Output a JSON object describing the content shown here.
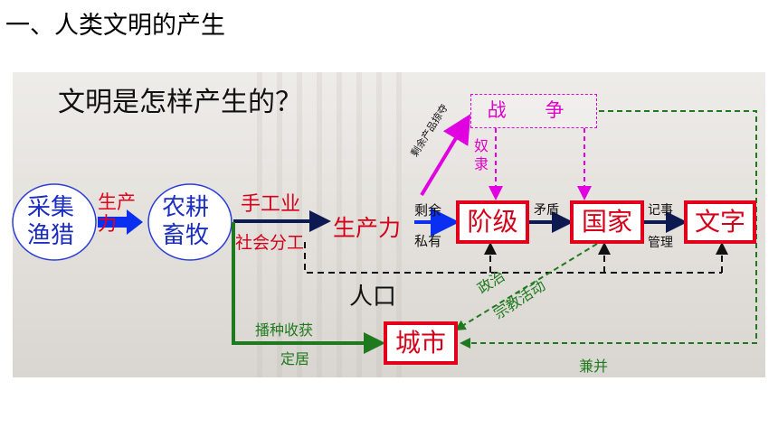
{
  "heading": "一、人类文明的产生",
  "question": "文明是怎样产生的？",
  "nodes": {
    "gather": "采集渔猎",
    "farming": "农耕畜牧",
    "handicraft": "手工业",
    "division": "社会分工",
    "productivity_top": "生产力",
    "productivity_right": "生产力",
    "class": "阶级",
    "state": "国家",
    "writing": "文字",
    "city": "城市",
    "war": "战 争",
    "population": "人口"
  },
  "labels": {
    "surplus": "剩余",
    "private": "私有",
    "plunder": "剩余产品掠夺",
    "slave": "奴隶",
    "contradiction": "矛盾",
    "record": "记事",
    "manage": "管理",
    "settle": "播种收获",
    "settle2": "定居",
    "politics": "政治",
    "religion": "宗教活动",
    "annex": "兼并"
  },
  "colors": {
    "red": "#e2001a",
    "magenta": "#e000e0",
    "blue": "#0a2ff0",
    "green": "#1f7a1f",
    "navy": "#0d1a52"
  }
}
